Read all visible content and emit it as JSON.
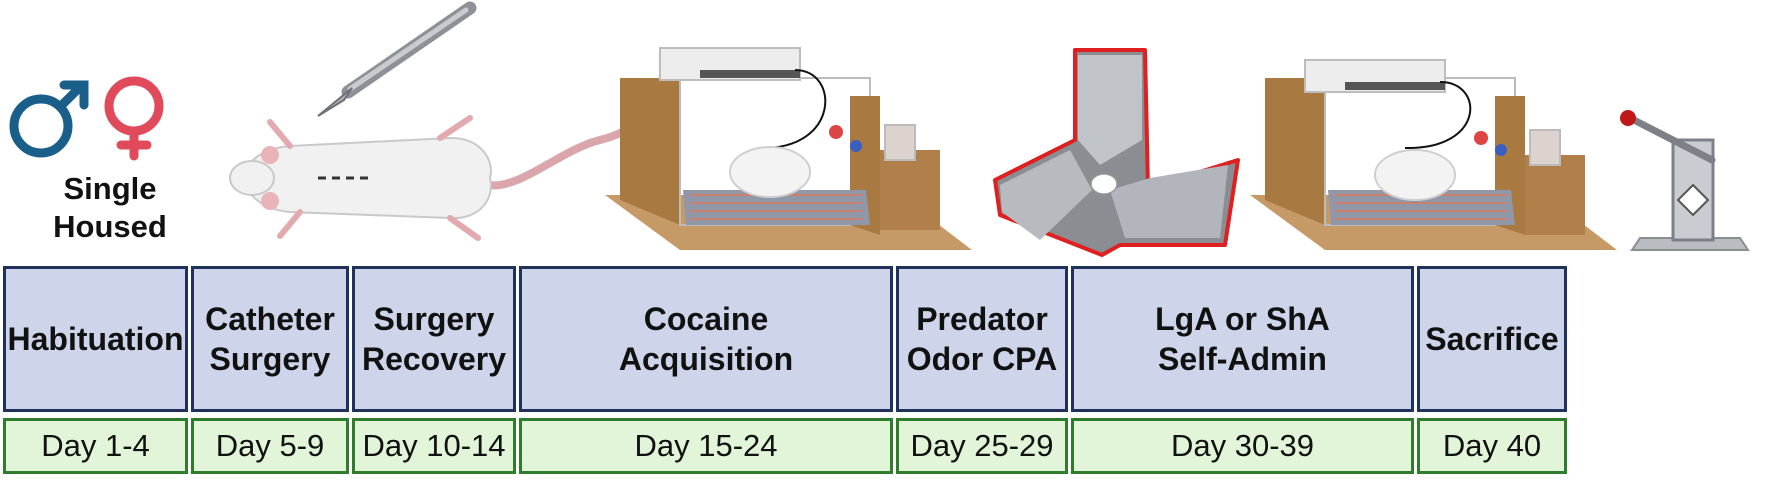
{
  "header": {
    "housing_label": "Single Housed"
  },
  "phases": [
    {
      "label": "Habituation",
      "day": "Day 1-4"
    },
    {
      "label": "Catheter\nSurgery",
      "day": "Day 5-9"
    },
    {
      "label": "Surgery\nRecovery",
      "day": "Day 10-14"
    },
    {
      "label": "Cocaine\nAcquisition",
      "day": "Day 15-24"
    },
    {
      "label": "Predator\nOdor CPA",
      "day": "Day 25-29"
    },
    {
      "label": "LgA or ShA\nSelf-Admin",
      "day": "Day 30-39"
    },
    {
      "label": "Sacrifice",
      "day": "Day 40"
    }
  ],
  "colors": {
    "male_symbol": "#1a5f8a",
    "female_symbol": "#e04a5a",
    "phase_fill": "#ced5ea",
    "phase_border": "#20325c",
    "day_fill": "#e2f5d8",
    "day_border": "#2f7d2c",
    "cpa_outline": "#e02020"
  },
  "icons": [
    "male-symbol-icon",
    "female-symbol-icon",
    "scalpel-icon",
    "rat-icon",
    "operant-chamber-icon",
    "three-chamber-cpa-icon",
    "guillotine-icon"
  ]
}
